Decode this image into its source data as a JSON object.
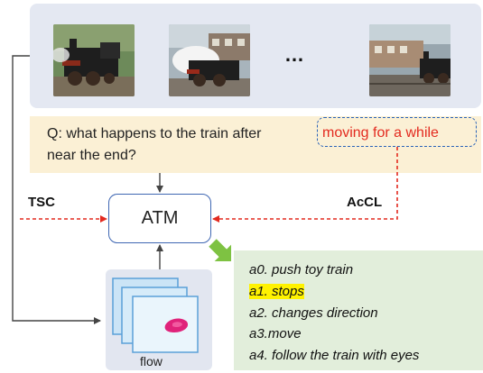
{
  "frames": {
    "ellipsis": "…",
    "items": [
      "frame-1",
      "frame-2",
      "frame-3"
    ]
  },
  "question": {
    "line1_prefix": "Q: what happens to the train after ",
    "highlight": "moving for a while",
    "line2": "near the end?"
  },
  "atm": {
    "label": "ATM"
  },
  "tsc": {
    "label": "TSC"
  },
  "accl": {
    "label": "AcCL"
  },
  "flow": {
    "label": "flow"
  },
  "answers": [
    {
      "text": "a0. push toy train",
      "selected": false
    },
    {
      "text": "a1. stops",
      "selected": true
    },
    {
      "text": "a2. changes direction",
      "selected": false
    },
    {
      "text": "a3.move",
      "selected": false
    },
    {
      "text": "a4. follow the train with eyes",
      "selected": false
    }
  ],
  "colors": {
    "red_dashed": "#e32a1f",
    "atm_border": "#3f67b3",
    "answer_highlight": "#fff200",
    "green_arrow": "#7ec242"
  }
}
